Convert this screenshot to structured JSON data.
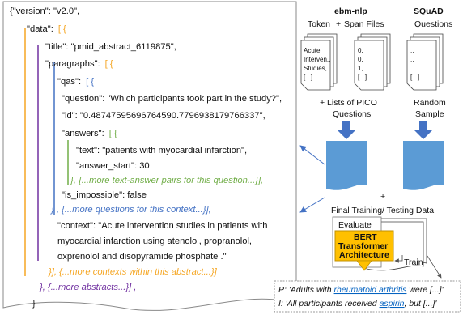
{
  "json_panel": {
    "lines": [
      {
        "k": "l01",
        "text": "{\"version\": \"v2.0\","
      },
      {
        "k": "l02",
        "text": "\"data\":"
      },
      {
        "k": "l02b",
        "text": "[ {"
      },
      {
        "k": "l03",
        "text": "\"title\": \"pmid_abstract_6119875\","
      },
      {
        "k": "l04",
        "text": "\"paragraphs\":"
      },
      {
        "k": "l04b",
        "text": "[ {"
      },
      {
        "k": "l05",
        "text": "\"qas\":"
      },
      {
        "k": "l05b",
        "text": "[ {"
      },
      {
        "k": "l06",
        "text": "\"question\": \"Which participants took part in the study?\","
      },
      {
        "k": "l07",
        "text": "\"id\": \"0.48747595696764590.7796938179766337\","
      },
      {
        "k": "l08",
        "text": "\"answers\":"
      },
      {
        "k": "l08b",
        "text": "[ {"
      },
      {
        "k": "l09",
        "text": "\"text\": \"patients with myocardial infarction\","
      },
      {
        "k": "l10",
        "text": "\"answer_start\": 30"
      },
      {
        "k": "l11",
        "text": "}, {...more text-answer pairs for this question...}],"
      },
      {
        "k": "l12",
        "text": "\"is_impossible\": false"
      },
      {
        "k": "l13",
        "text": "} , {...more questions for this context...}],"
      },
      {
        "k": "l14",
        "text": "\"context\": \"Acute intervention studies in patients with"
      },
      {
        "k": "l15",
        "text": "myocardial infarction using atenolol, propranolol,"
      },
      {
        "k": "l16",
        "text": "oxprenolol and disopyramide phosphate .\""
      },
      {
        "k": "l17",
        "text": "}], {...more contexts within this abstract...}]"
      },
      {
        "k": "l18",
        "text": "}, {...more abstracts...}] ,"
      },
      {
        "k": "l19",
        "text": "}"
      }
    ]
  },
  "ebm": {
    "title": "ebm-nlp",
    "token_label": "Token",
    "plus": "+",
    "span_label": "Span Files",
    "token_doc": [
      "Acute,",
      "Interven..",
      "Studies,",
      "[...]"
    ],
    "span_doc": [
      "0,",
      "0,",
      "1,",
      "[...]"
    ],
    "caption_1": "+ Lists of PICO",
    "caption_2": "Questions"
  },
  "squad": {
    "title": "SQuAD",
    "subtitle": "Questions",
    "doc": [
      "..",
      "..",
      "..",
      "[...]"
    ],
    "caption_1": "Random",
    "caption_2": "Sample"
  },
  "merge_plus": "+",
  "training": {
    "title": "Final Training/ Testing Data",
    "evaluate": "Evaluate",
    "train": "Train"
  },
  "bert": {
    "line1": "BERT",
    "line2": "Transformer",
    "line3": "Architecture"
  },
  "output": {
    "p_prefix": "P: 'Adults with ",
    "p_link": "rheumatoid arthritis",
    "p_suffix": " were [...]'",
    "i_prefix": "I: 'All participants received ",
    "i_link": "aspirin",
    "i_suffix": ", but  [...]'"
  },
  "colors": {
    "json_border": "#8a8a8a",
    "brace_orange": "#f5a623",
    "brace_purple": "#7030a0",
    "brace_blue": "#4472c4",
    "brace_green": "#70ad47",
    "doc_blue": "#5b9bd5",
    "arrow_blue": "#4472c4",
    "bert_fill": "#ffc000",
    "bert_border": "#c09000",
    "link_blue": "#0563c1"
  }
}
